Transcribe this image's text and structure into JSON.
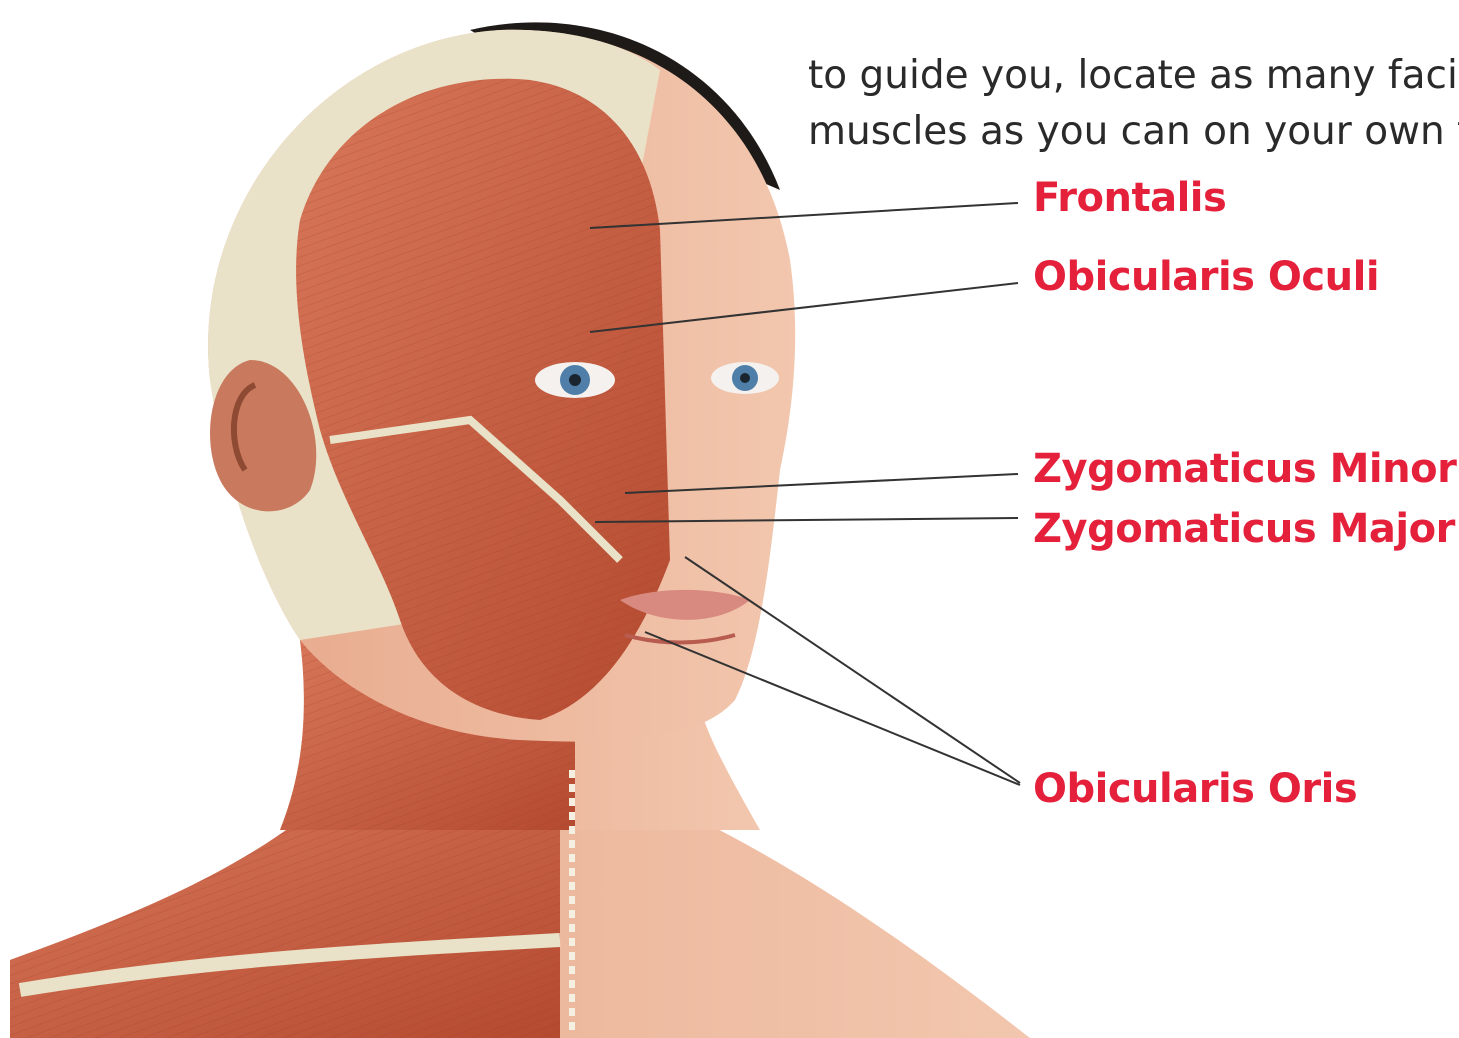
{
  "intro_text": {
    "line1": "to guide you, locate as many facial",
    "line2": "muscles as you can on your own fa"
  },
  "labels": {
    "frontalis": "Frontalis",
    "orbicularis_oculi": "Obicularis Oculi",
    "zygomaticus_minor": "Zygomaticus Minor",
    "zygomaticus_major": "Zygomaticus Major",
    "orbicularis_oris": "Obicularis Oris"
  },
  "colors": {
    "label": "#e4203a",
    "muscle": "#c85a3e",
    "skin": "#eab49a",
    "tendon": "#e9e2c8",
    "leader_line": "#333333"
  }
}
